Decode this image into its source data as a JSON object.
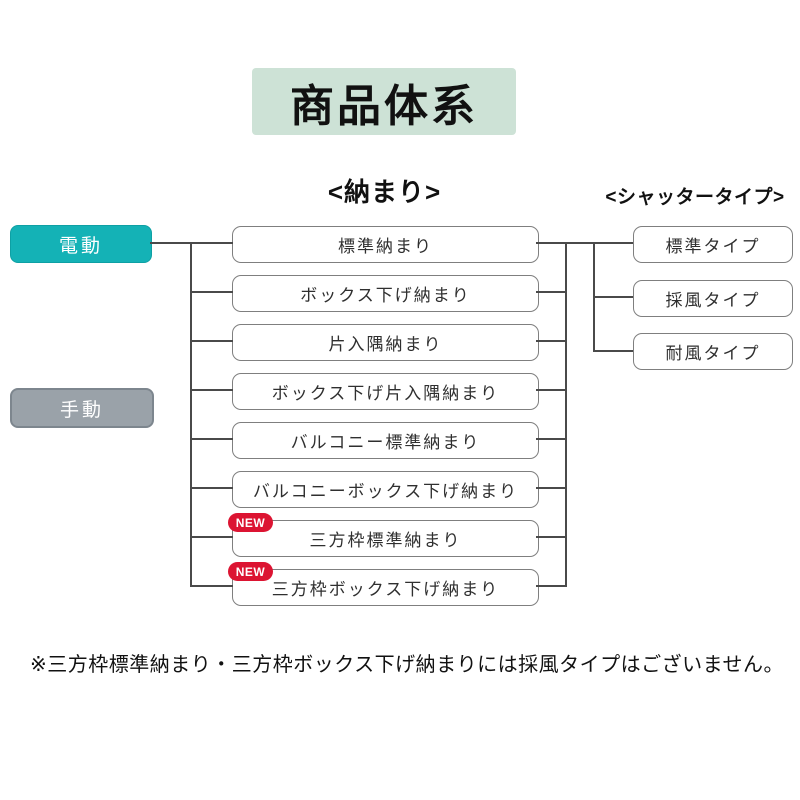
{
  "title": "商品体系",
  "columns": {
    "fitting_heading": "<納まり>",
    "shutter_heading": "<シャッタータイプ>"
  },
  "drive_types": [
    {
      "label": "電動",
      "color": "#14b2b6"
    },
    {
      "label": "手動",
      "color": "#9aa2a9"
    }
  ],
  "badge_label": "NEW",
  "fittings": [
    {
      "label": "標準納まり",
      "is_new": false
    },
    {
      "label": "ボックス下げ納まり",
      "is_new": false
    },
    {
      "label": "片入隅納まり",
      "is_new": false
    },
    {
      "label": "ボックス下げ片入隅納まり",
      "is_new": false
    },
    {
      "label": "バルコニー標準納まり",
      "is_new": false
    },
    {
      "label": "バルコニーボックス下げ納まり",
      "is_new": false
    },
    {
      "label": "三方枠標準納まり",
      "is_new": true
    },
    {
      "label": "三方枠ボックス下げ納まり",
      "is_new": true
    }
  ],
  "shutter_types": [
    "標準タイプ",
    "採風タイプ",
    "耐風タイプ"
  ],
  "note": "※三方枠標準納まり・三方枠ボックス下げ納まりには採風タイプはございません。",
  "colors": {
    "title_bg": "#cde2d6",
    "electric_box": "#14b2b6",
    "manual_box": "#9aa2a9",
    "new_badge": "#dc1432",
    "connector_line": "#4a4a4a",
    "box_border": "#7f7f7f"
  }
}
